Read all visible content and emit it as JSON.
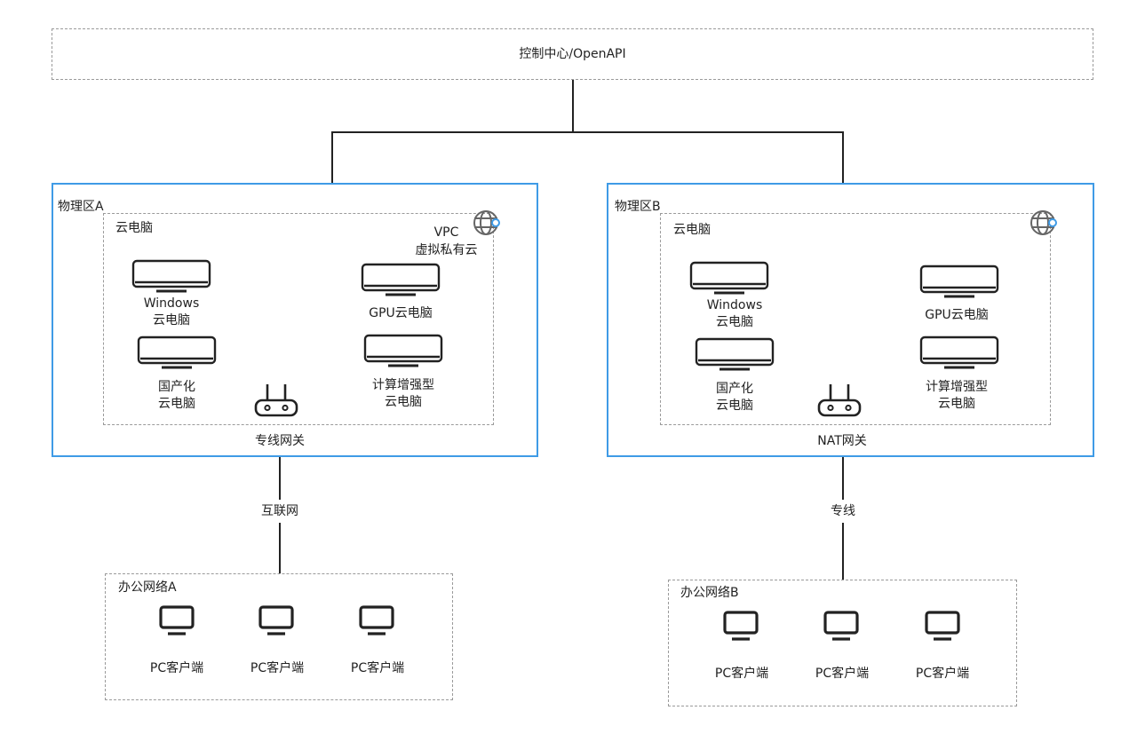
{
  "control_center": {
    "label": "控制中心/OpenAPI"
  },
  "zone_a": {
    "title": "物理区A",
    "cloud_group": "云电脑",
    "vpc_line1": "VPC",
    "vpc_line2": "虚拟私有云",
    "pc_windows_line1": "Windows",
    "pc_windows_line2": "云电脑",
    "pc_gpu": "GPU云电脑",
    "pc_domestic_line1": "国产化",
    "pc_domestic_line2": "云电脑",
    "pc_compute_line1": "计算增强型",
    "pc_compute_line2": "云电脑",
    "gateway": "专线网关"
  },
  "zone_b": {
    "title": "物理区B",
    "cloud_group": "云电脑",
    "pc_windows_line1": "Windows",
    "pc_windows_line2": "云电脑",
    "pc_gpu": "GPU云电脑",
    "pc_domestic_line1": "国产化",
    "pc_domestic_line2": "云电脑",
    "pc_compute_line1": "计算增强型",
    "pc_compute_line2": "云电脑",
    "gateway": "NAT网关"
  },
  "link_a": {
    "label": "互联网"
  },
  "link_b": {
    "label": "专线"
  },
  "office_a": {
    "title": "办公网络A",
    "clients": [
      "PC客户端",
      "PC客户端",
      "PC客户端"
    ]
  },
  "office_b": {
    "title": "办公网络B",
    "clients": [
      "PC客户端",
      "PC客户端",
      "PC客户端"
    ]
  },
  "colors": {
    "zone_border": "#3f9be6",
    "dashed": "#9a9a9a",
    "line": "#222222",
    "vpc_accent": "#3f9be6"
  },
  "icons": [
    "globe-icon",
    "cloud-pc-icon",
    "router-icon",
    "monitor-icon"
  ]
}
